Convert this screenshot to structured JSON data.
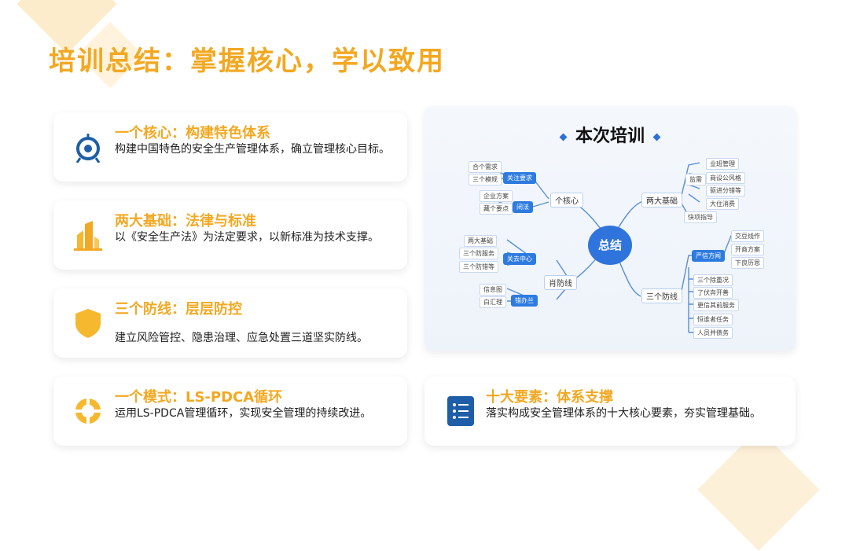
{
  "title": "培训总结：掌握核心，学以致用",
  "colors": {
    "accent": "#f2a822",
    "blue": "#1e5ea8",
    "mindmap_blue": "#2f74dc"
  },
  "cards": [
    {
      "icon": "target-icon",
      "heading": "一个核心：构建特色体系",
      "desc": "构建中国特色的安全生产管理体系，确立管理核心目标。"
    },
    {
      "icon": "building-icon",
      "heading": "两大基础：法律与标准",
      "desc": "以《安全生产法》为法定要求，以新标准为技术支撑。"
    },
    {
      "icon": "shield-icon",
      "heading": "三个防线：层层防控",
      "desc": "建立风险管控、隐患治理、应急处置三道坚实防线。"
    },
    {
      "icon": "cycle-icon",
      "heading": "一个模式：LS-PDCA循环",
      "desc": "运用LS-PDCA管理循环，实现安全管理的持续改进。"
    },
    {
      "icon": "list-icon",
      "heading": "十大要素：体系支撑",
      "desc": "落实构成安全管理体系的十大核心要素，夯实管理基础。"
    }
  ],
  "mindmap": {
    "title": "本次培训",
    "center": "总结",
    "branches": {
      "core": "个核心",
      "base": "两大基础",
      "defense_line": "肖防线",
      "three_lines": "三个防线"
    },
    "core_sub": [
      "关注要求",
      "闭法"
    ],
    "core_leaves": [
      "合个需求",
      "三个模规",
      "企业方案",
      "藏个要点"
    ],
    "base_side": "监需",
    "base_leaves": [
      "业班管理",
      "商设公风格",
      "驱进分错等",
      "大住消费",
      "快项指导"
    ],
    "def_sub": [
      "关去中心",
      "错办兰"
    ],
    "def_leaves": [
      "两大基础",
      "三个防服务",
      "三个防错等",
      "信息图",
      "白汇理"
    ],
    "three_sub": "严信方闻",
    "three_sub_leaves": [
      "交豆线作",
      "开商方案",
      "下良历恩"
    ],
    "three_leaves": [
      "三个除重况",
      "了伏奔开善",
      "更信其前服务",
      "恒谁者任务",
      "人员并债务"
    ]
  }
}
